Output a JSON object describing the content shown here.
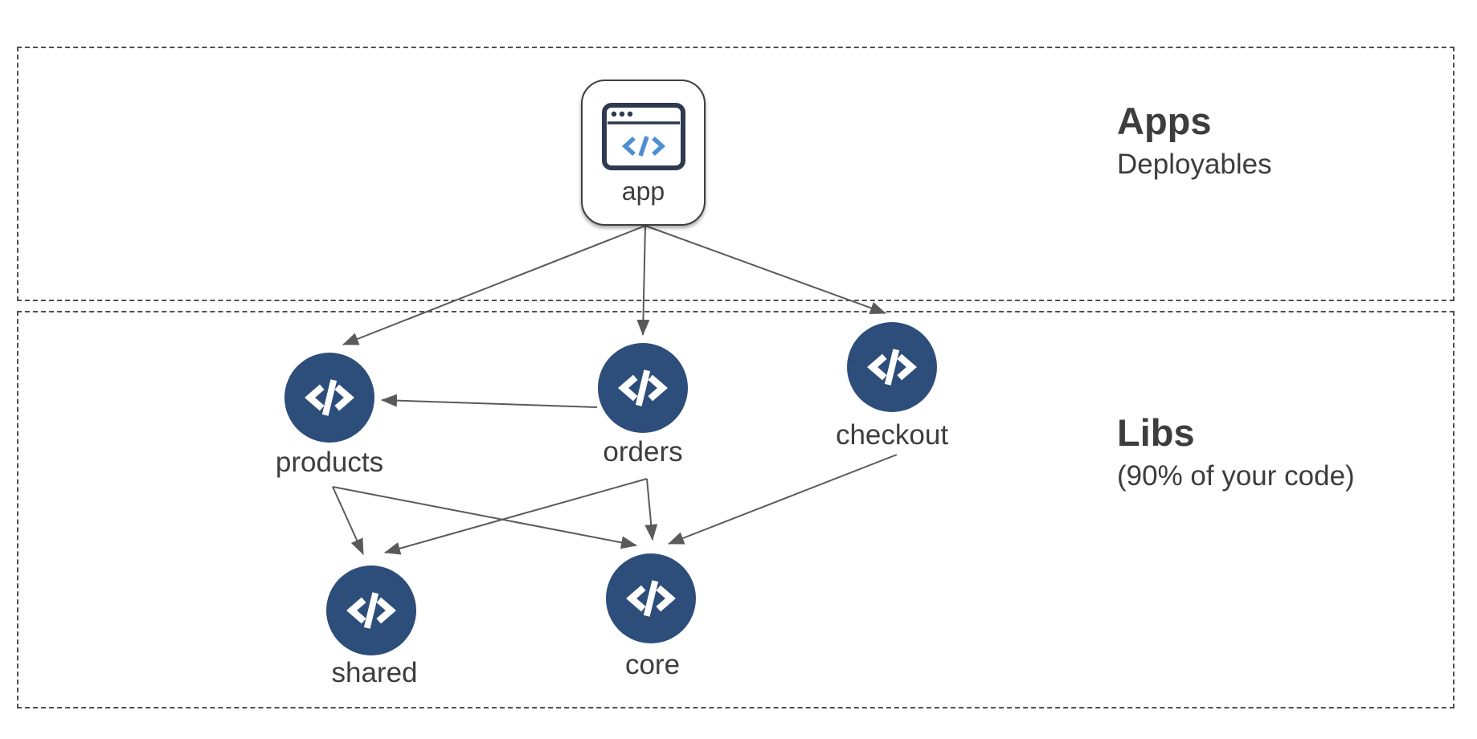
{
  "sections": {
    "apps": {
      "title": "Apps",
      "subtitle": "Deployables"
    },
    "libs": {
      "title": "Libs",
      "subtitle": "(90% of your code)"
    }
  },
  "nodes": {
    "app": {
      "label": "app",
      "kind": "application",
      "icon": "browser-code-icon"
    },
    "products": {
      "label": "products",
      "kind": "library",
      "icon": "code-icon"
    },
    "orders": {
      "label": "orders",
      "kind": "library",
      "icon": "code-icon"
    },
    "checkout": {
      "label": "checkout",
      "kind": "library",
      "icon": "code-icon"
    },
    "shared": {
      "label": "shared",
      "kind": "library",
      "icon": "code-icon"
    },
    "core": {
      "label": "core",
      "kind": "library",
      "icon": "code-icon"
    }
  },
  "edges": [
    {
      "from": "app",
      "to": "products"
    },
    {
      "from": "app",
      "to": "orders"
    },
    {
      "from": "app",
      "to": "checkout"
    },
    {
      "from": "orders",
      "to": "products"
    },
    {
      "from": "products",
      "to": "shared"
    },
    {
      "from": "products",
      "to": "core"
    },
    {
      "from": "orders",
      "to": "shared"
    },
    {
      "from": "orders",
      "to": "core"
    },
    {
      "from": "checkout",
      "to": "core"
    }
  ],
  "colors": {
    "node_fill": "#2d4d7a",
    "node_glyph": "#ffffff",
    "arrow": "#5a5a5a",
    "dashed_border": "#4f4f4f",
    "text": "#3d3d3d",
    "app_icon_outline": "#2e3a50",
    "app_icon_code_blue": "#4e8ed2",
    "background": "#ffffff"
  }
}
